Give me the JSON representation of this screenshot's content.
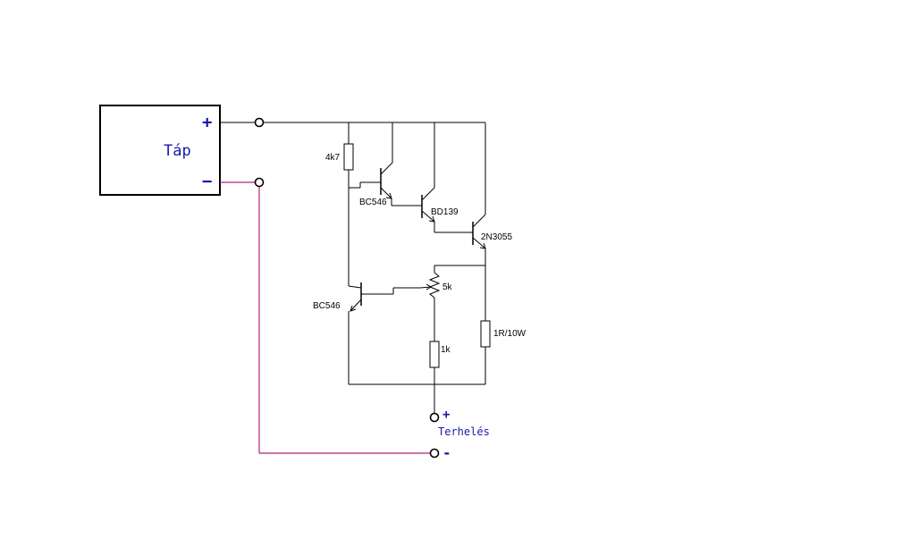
{
  "power_supply": {
    "title": "Táp",
    "plus": "+",
    "minus": "−"
  },
  "load": {
    "title": "Terhelés",
    "plus": "+",
    "minus": "-"
  },
  "components": {
    "r_base": "4k7",
    "t1": "BC546",
    "t2": "BD139",
    "t3": "2N3055",
    "t4": "BC546",
    "pot": "5k",
    "r_bottom": "1k",
    "r_sense": "1R/10W"
  },
  "colors": {
    "wire": "#000000",
    "negative_wire": "#b0257a",
    "label_blue": "#1a1aa6"
  }
}
